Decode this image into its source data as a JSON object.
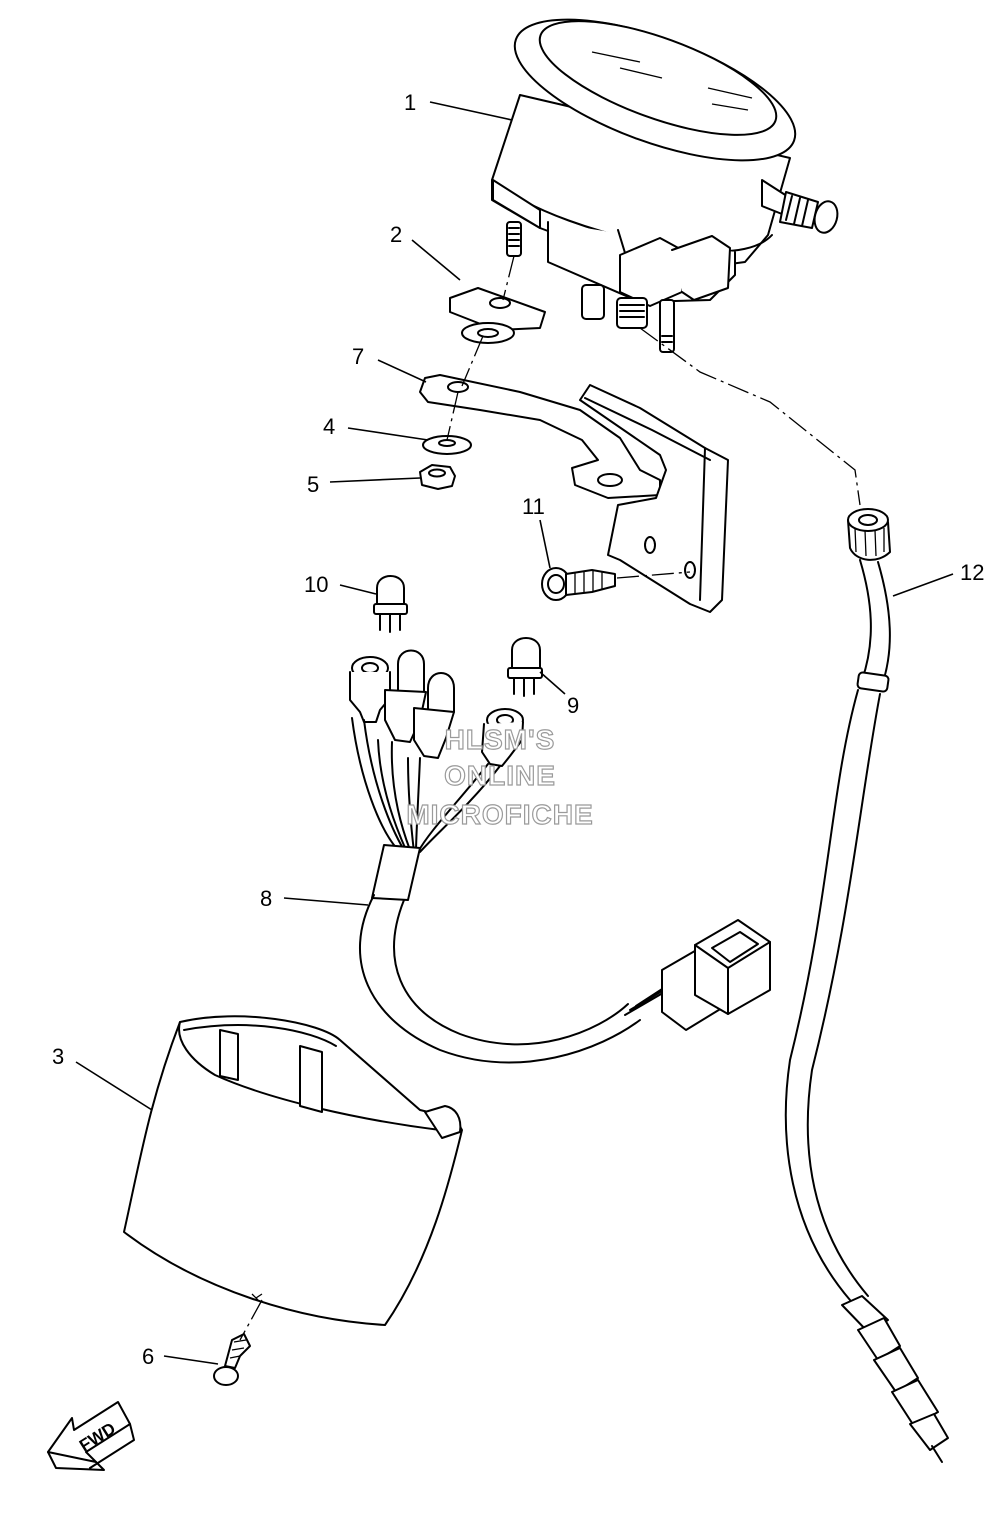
{
  "callouts": [
    {
      "id": "1",
      "label": "1"
    },
    {
      "id": "2",
      "label": "2"
    },
    {
      "id": "3",
      "label": "3"
    },
    {
      "id": "4",
      "label": "4"
    },
    {
      "id": "5",
      "label": "5"
    },
    {
      "id": "6",
      "label": "6"
    },
    {
      "id": "7",
      "label": "7"
    },
    {
      "id": "8",
      "label": "8"
    },
    {
      "id": "9",
      "label": "9"
    },
    {
      "id": "10",
      "label": "10"
    },
    {
      "id": "11",
      "label": "11"
    },
    {
      "id": "12",
      "label": "12"
    }
  ],
  "watermark": {
    "line1": "HLSM'S",
    "line2": "ONLINE",
    "line3": "MICROFICHE"
  },
  "direction_arrow": {
    "label": "FWD"
  }
}
